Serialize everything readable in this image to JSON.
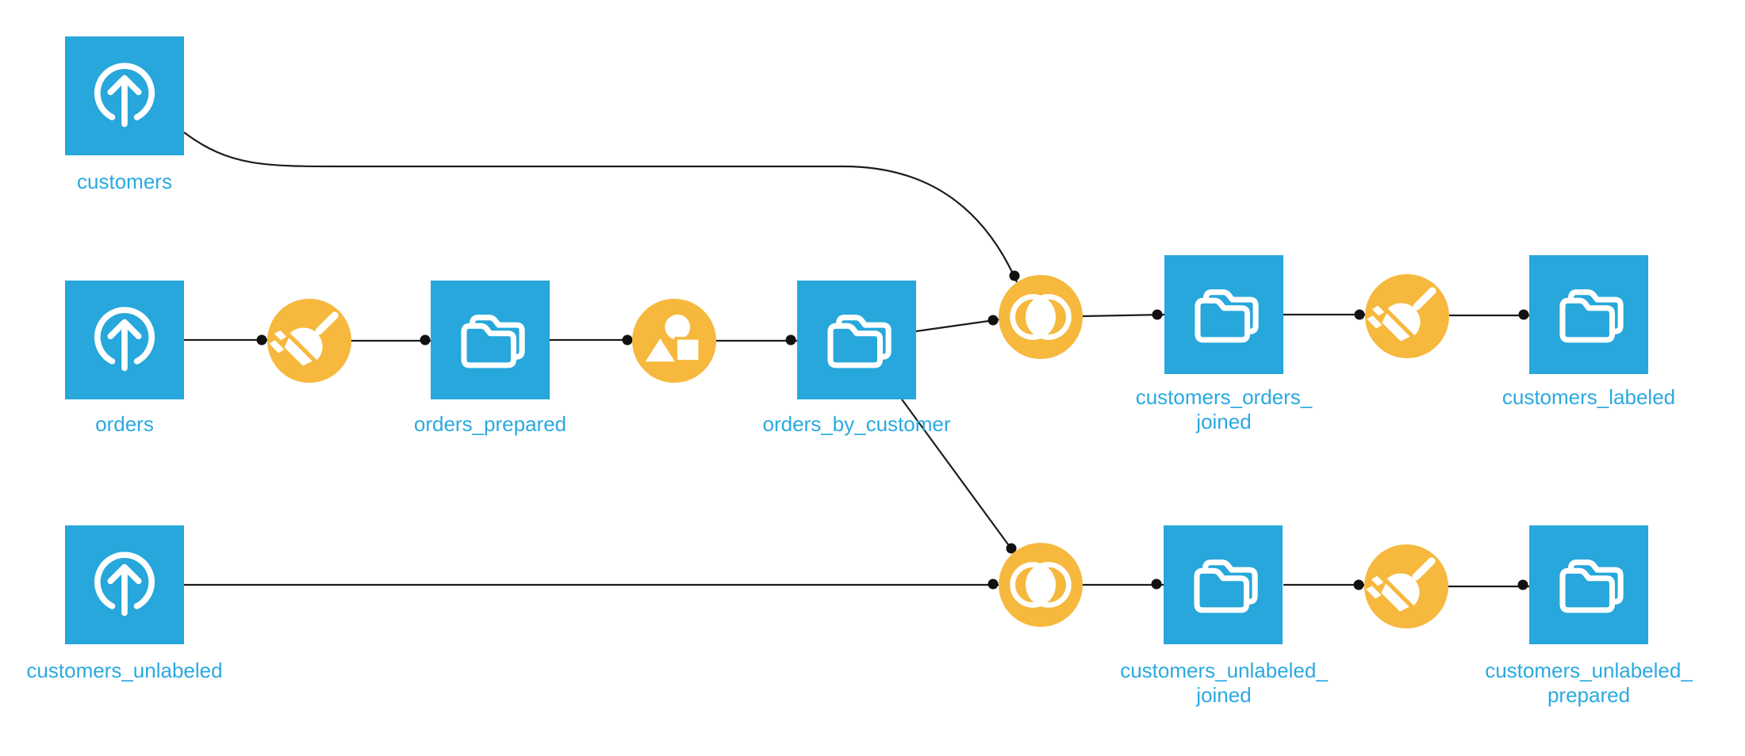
{
  "colors": {
    "dataset_blue": "#27A7DB",
    "recipe_yellow": "#F6B83D",
    "label_blue": "#2BA9E0",
    "edge": "#1C1C1C",
    "dot": "#111111"
  },
  "flow": {
    "datasets": [
      {
        "name": "customers",
        "label_lines": [
          "customers"
        ],
        "icon": "upload-dataset-icon"
      },
      {
        "name": "orders",
        "label_lines": [
          "orders"
        ],
        "icon": "upload-dataset-icon"
      },
      {
        "name": "orders_prepared",
        "label_lines": [
          "orders_prepared"
        ],
        "icon": "folder-dataset-icon"
      },
      {
        "name": "orders_by_customer",
        "label_lines": [
          "orders_by_customer"
        ],
        "icon": "folder-dataset-icon"
      },
      {
        "name": "customers_orders_joined",
        "label_lines": [
          "customers_orders_",
          "joined"
        ],
        "icon": "folder-dataset-icon"
      },
      {
        "name": "customers_labeled",
        "label_lines": [
          "customers_labeled"
        ],
        "icon": "folder-dataset-icon"
      },
      {
        "name": "customers_unlabeled",
        "label_lines": [
          "customers_unlabeled"
        ],
        "icon": "upload-dataset-icon"
      },
      {
        "name": "customers_unlabeled_joined",
        "label_lines": [
          "customers_unlabeled_",
          "joined"
        ],
        "icon": "folder-dataset-icon"
      },
      {
        "name": "customers_unlabeled_prepared",
        "label_lines": [
          "customers_unlabeled_",
          "prepared"
        ],
        "icon": "folder-dataset-icon"
      }
    ],
    "recipes": [
      {
        "type": "prepare",
        "icon": "broom-recipe-icon",
        "inputs": [
          "orders"
        ],
        "outputs": [
          "orders_prepared"
        ]
      },
      {
        "type": "group",
        "icon": "shapes-recipe-icon",
        "inputs": [
          "orders_prepared"
        ],
        "outputs": [
          "orders_by_customer"
        ]
      },
      {
        "type": "join",
        "icon": "join-circles-recipe-icon",
        "inputs": [
          "customers",
          "orders_by_customer"
        ],
        "outputs": [
          "customers_orders_joined"
        ]
      },
      {
        "type": "prepare",
        "icon": "broom-recipe-icon",
        "inputs": [
          "customers_orders_joined"
        ],
        "outputs": [
          "customers_labeled"
        ]
      },
      {
        "type": "join",
        "icon": "join-circles-recipe-icon",
        "inputs": [
          "customers_unlabeled",
          "orders_by_customer"
        ],
        "outputs": [
          "customers_unlabeled_joined"
        ]
      },
      {
        "type": "prepare",
        "icon": "broom-recipe-icon",
        "inputs": [
          "customers_unlabeled_joined"
        ],
        "outputs": [
          "customers_unlabeled_prepared"
        ]
      }
    ]
  }
}
